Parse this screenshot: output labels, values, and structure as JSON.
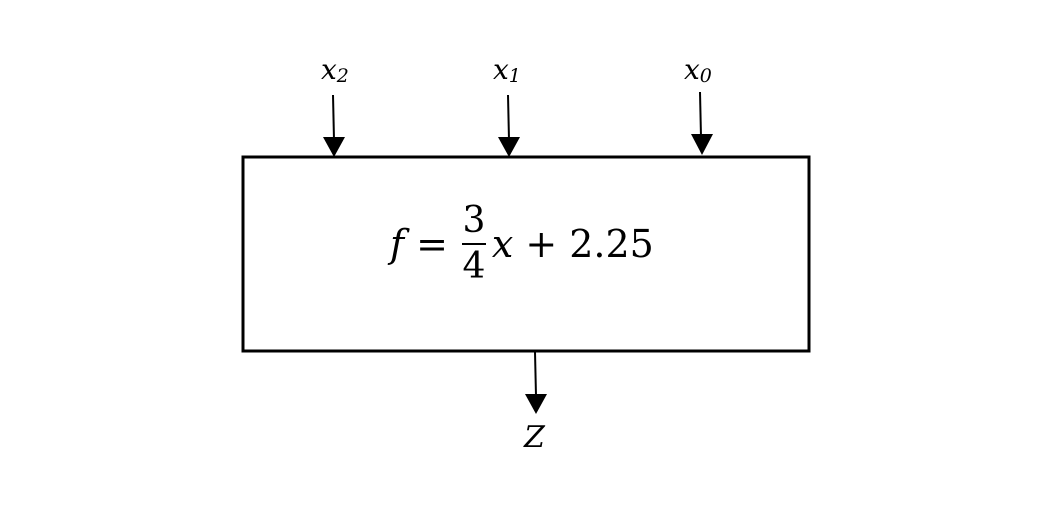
{
  "inputs": [
    {
      "base": "x",
      "sub": "2"
    },
    {
      "base": "x",
      "sub": "1"
    },
    {
      "base": "x",
      "sub": "0"
    }
  ],
  "formula": {
    "lhs": "f",
    "equals": "=",
    "numerator": "3",
    "denominator": "4",
    "variable": "x",
    "plus": "+",
    "constant": "2.25"
  },
  "output": {
    "label": "Z"
  },
  "colors": {
    "stroke": "#000000",
    "background": "#ffffff"
  }
}
